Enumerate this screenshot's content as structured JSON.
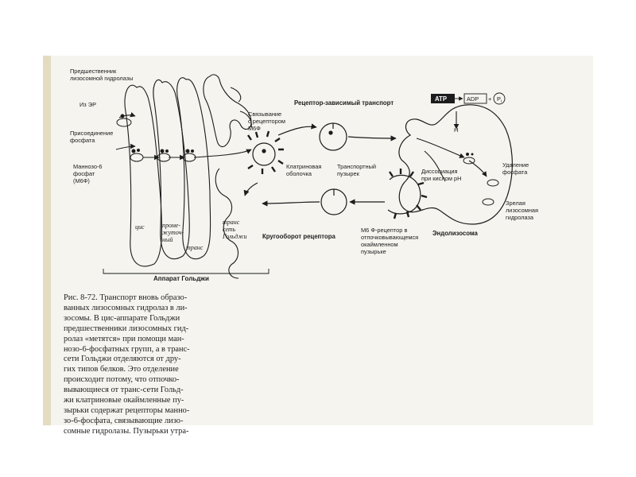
{
  "labels": {
    "hydrolase_precursor": [
      "Предшественник",
      "лизосомной гидролазы"
    ],
    "from_er": "Из ЭР",
    "phosphate_addition": [
      "Присоединение",
      "фосфата"
    ],
    "m6p": [
      "Маннозо-6",
      "фосфат",
      "(М6Ф)"
    ],
    "cis": "цис",
    "medial": [
      "проме-",
      "жуточ-",
      "ный"
    ],
    "trans": "транс",
    "trans_golgi_network": [
      "транс",
      "сеть",
      "Гольджи"
    ],
    "receptor_binding": [
      "Связывание",
      "с рецептором",
      "М6Ф"
    ],
    "receptor_transport": "Рецептор-зависимый транспорт",
    "atp": "ATP",
    "adp": "ADP",
    "plus": "+",
    "pi": "P",
    "pi_sub": "i",
    "h": "H",
    "phosphate_removal": [
      "Удаление",
      "фосфата"
    ],
    "dissociation": [
      "Диссоциация",
      "при кислом pH"
    ],
    "clathrin_coat": [
      "Клатриновая",
      "оболочка"
    ],
    "transport_vesicle": [
      "Транспортный",
      "пузырек"
    ],
    "mature_hydrolase": [
      "Зрелая",
      "лизосомная",
      "гидролаза"
    ],
    "receptor_recycling": "Кругооборот рецептора",
    "m6p_receptor_vesicle": [
      "М6 Ф-рецептор в",
      "отпочковывающемся",
      "окаймленном",
      "пузырьке"
    ],
    "endolysosome": "Эндолизосома",
    "golgi_apparatus": "Аппарат Гольджи"
  },
  "caption": [
    "Рис. 8-72. Транспорт вновь образо-",
    "ванных лизосомных гидролаз в ли-",
    "зосомы. В цис-аппарате Гольджи",
    "предшественники лизосомных гид-",
    "ролаз «метятся» при помощи ман-",
    "нозо-6-фосфатных групп, а в транс-",
    "сети Гольджи отделяются от дру-",
    "гих типов белков. Это отделение",
    "происходит потому, что отпочко-",
    "вывающиеся от транс-сети Гольд-",
    "жи клатриновые окаймленные пу-",
    "зырьки содержат рецепторы манно-",
    "зо-6-фосфата, связывающие лизо-",
    "сомные гидролазы. Пузырьки утра-"
  ]
}
